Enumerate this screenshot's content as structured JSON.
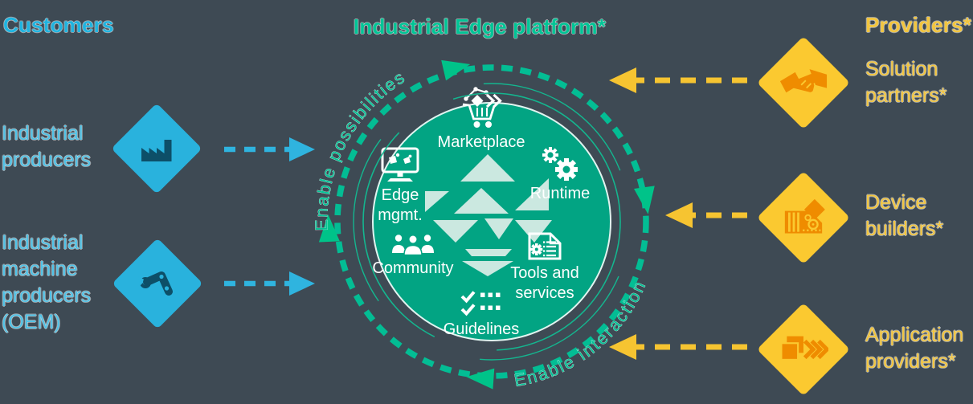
{
  "headers": {
    "customers": "Customers",
    "platform": "Industrial Edge platform*",
    "providers": "Providers*"
  },
  "customers": {
    "items": [
      {
        "label": "Industrial\nproducers",
        "icon": "factory"
      },
      {
        "label": "Industrial\nmachine\nproducers\n(OEM)",
        "icon": "robot-arm"
      }
    ]
  },
  "providers": {
    "items": [
      {
        "label": "Solution\npartners*",
        "icon": "handshake"
      },
      {
        "label": "Device\nbuilders*",
        "icon": "device-module"
      },
      {
        "label": "Application\nproviders*",
        "icon": "app-layers"
      }
    ]
  },
  "platform": {
    "modules": [
      {
        "label": "Marketplace",
        "icon": "shopping-cart"
      },
      {
        "label": "Edge\nmgmt.",
        "icon": "monitor"
      },
      {
        "label": "Runtime",
        "icon": "gears"
      },
      {
        "label": "Community",
        "icon": "people"
      },
      {
        "label": "Tools and\nservices",
        "icon": "document-gear"
      },
      {
        "label": "Guidelines",
        "icon": "checklist"
      }
    ],
    "center_logo": "industrial-edge-gem"
  },
  "ring": {
    "enable_possibilities": "Enable possibilities",
    "enable_interaction": "Enable interaction"
  },
  "colors": {
    "background": "#3E4A54",
    "cyan_heading": "#1FB4E0",
    "cyan_label": "#4FC2E6",
    "blue_diamond": "#29B2DD",
    "navy_icon": "#0D4F68",
    "green_circle": "#02A483",
    "green_ring": "#03BD94",
    "green_text": "#00C596",
    "mint_logo": "#CBE8E0",
    "yellow_text": "#F2C53E",
    "yellow_diamond": "#FBC930",
    "yellow_arrow": "#F6C431",
    "orange_icon": "#EF8C00",
    "module_text": "#FFFFFF"
  }
}
